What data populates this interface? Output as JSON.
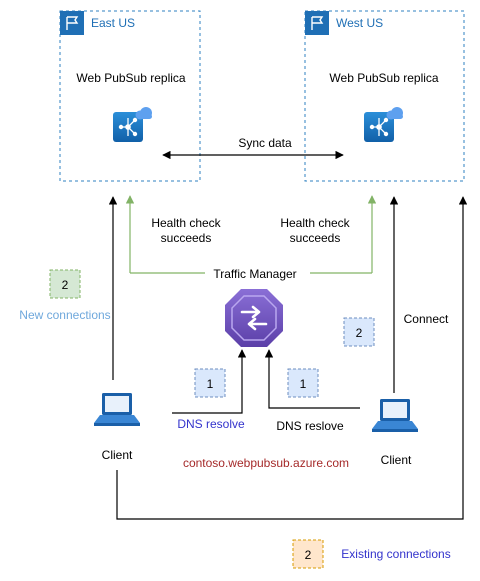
{
  "regions": {
    "east": {
      "title": "East US",
      "replica_label": "Web PubSub replica"
    },
    "west": {
      "title": "West US",
      "replica_label": "Web PubSub replica"
    }
  },
  "sync_label": "Sync data",
  "health_check_left": [
    "Health check",
    "succeeds"
  ],
  "health_check_right": [
    "Health check",
    "succeeds"
  ],
  "traffic_manager_label": "Traffic Manager",
  "connect_label": "Connect",
  "new_connections_label": "New connections",
  "existing_connections_label": "Existing connections",
  "dns_resolve_left": "DNS resolve",
  "dns_resolve_right": "DNS reslove",
  "client_left_label": "Client",
  "client_right_label": "Client",
  "domain_label": "contoso.webpubsub.azure.com",
  "badges": {
    "green": "2",
    "blue_right": "2",
    "dns_left": "1",
    "dns_right": "1",
    "orange": "2"
  },
  "colors": {
    "region_border": "#2f80c0",
    "region_title": "#1f6fb5",
    "health_arrow": "#82b366",
    "new_connections": "#6fa8dc",
    "existing_connections": "#3333cc",
    "dns_left_text": "#3333cc",
    "domain_text": "#a52a2a",
    "badge_green_fill": "#d5e8d4",
    "badge_blue_fill": "#dae8fc",
    "badge_orange_fill": "#ffe6cc",
    "traffic_manager_icon": "#6b4fbb"
  }
}
